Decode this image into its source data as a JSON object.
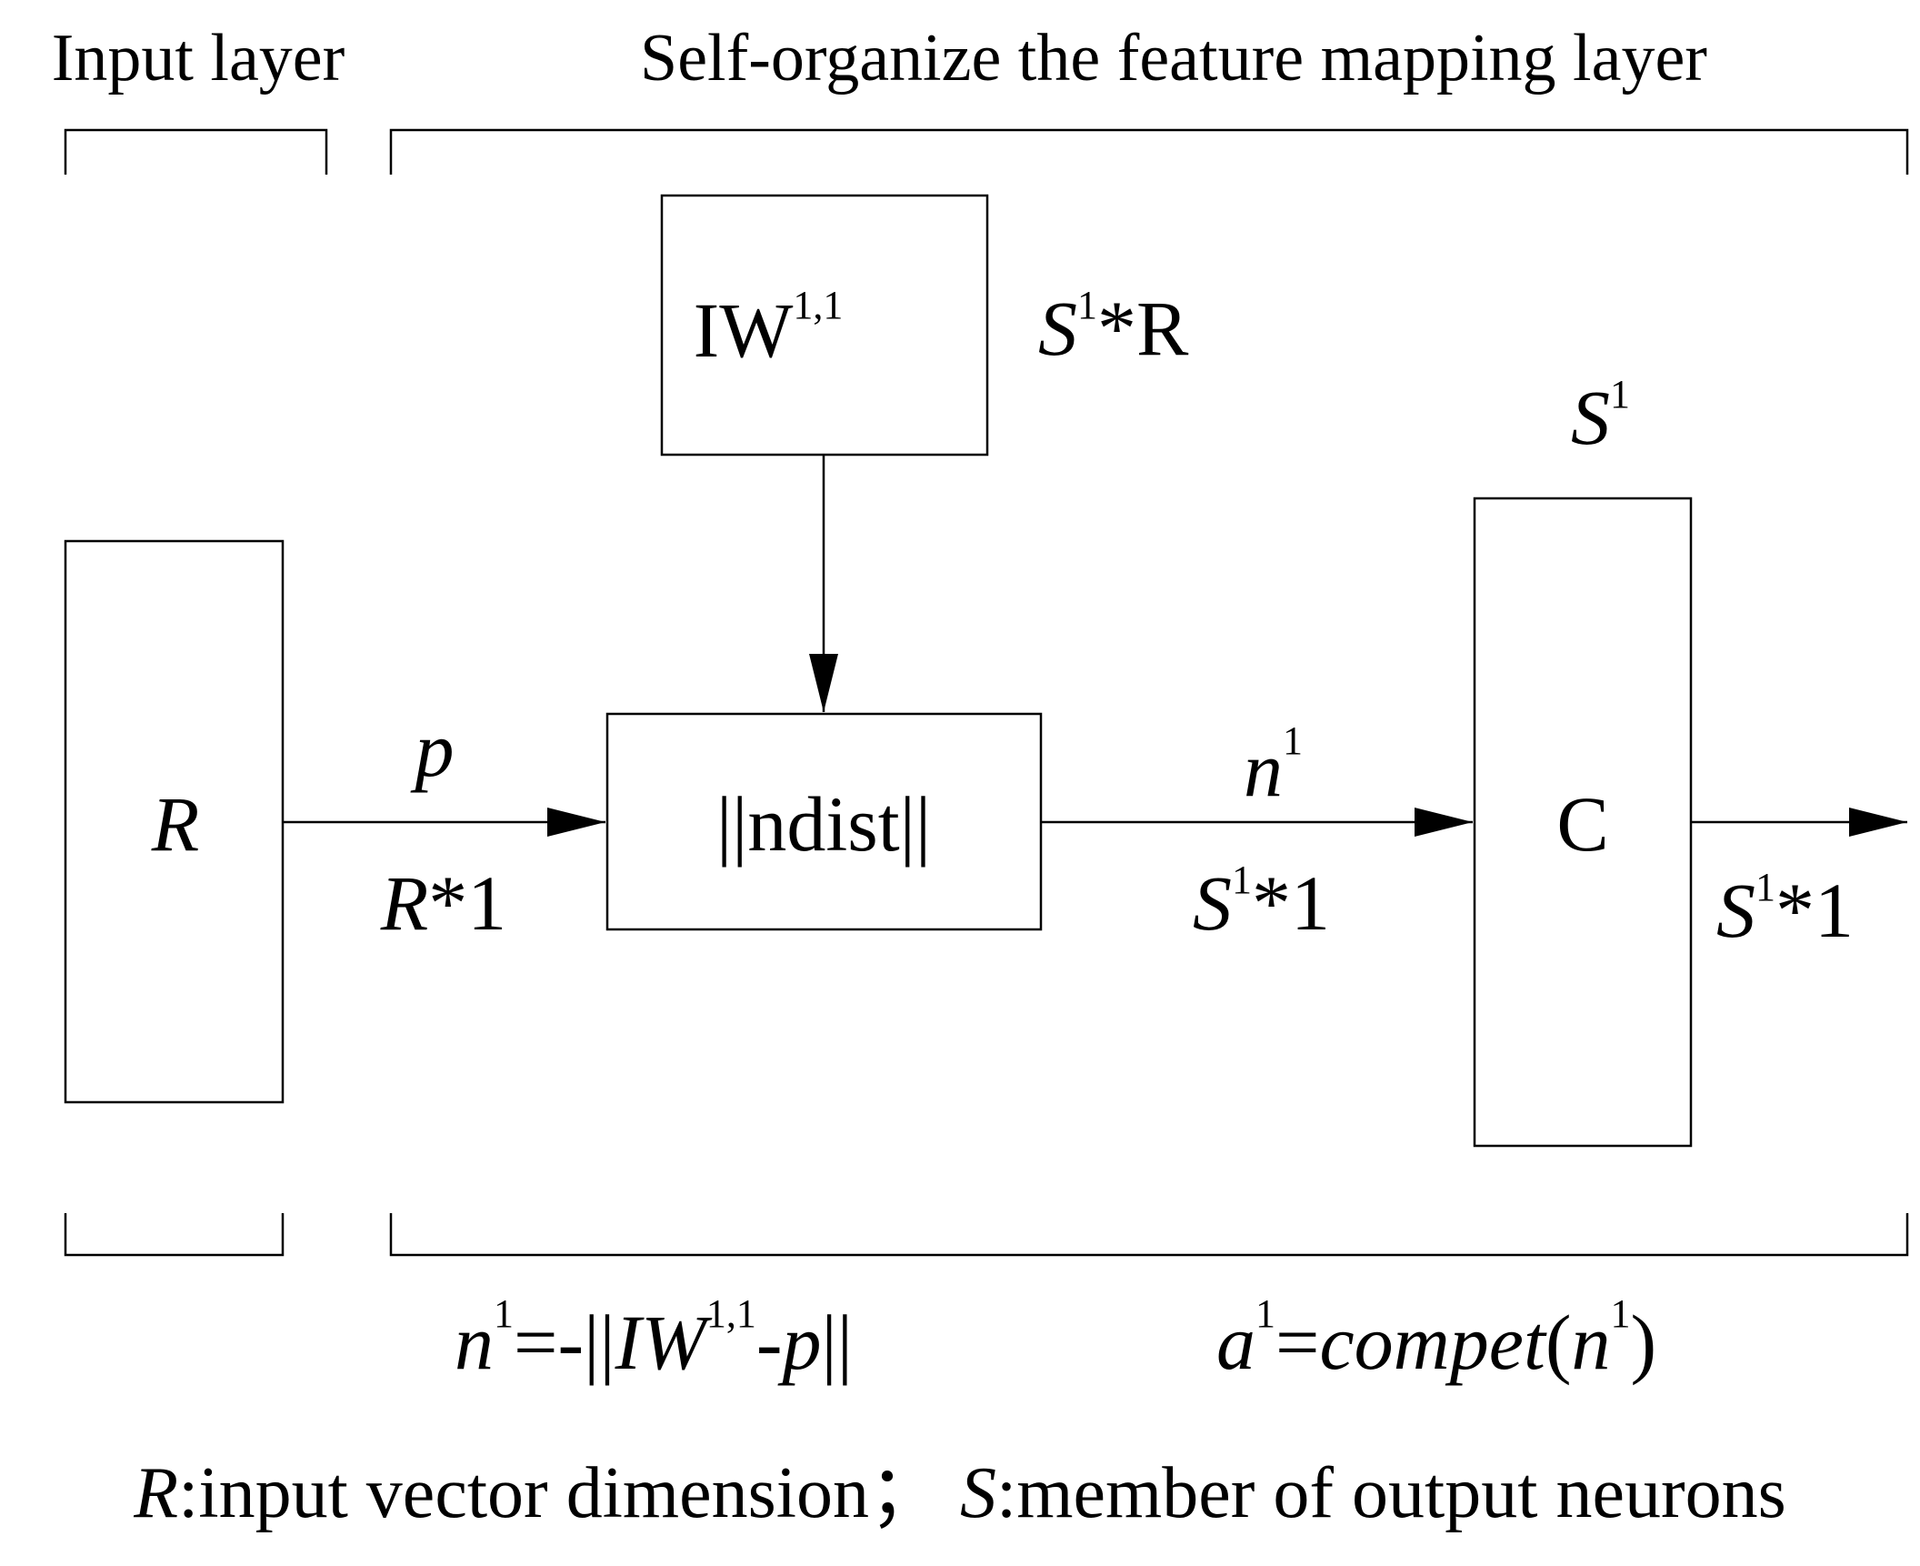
{
  "headings": {
    "input_layer": "Input layer",
    "som_layer": "Self-organize the feature mapping layer"
  },
  "blocks": {
    "input": {
      "label": "R"
    },
    "weights": {
      "base": "IW",
      "sup": "1,1",
      "dim_base": "S",
      "dim_sup": "1",
      "dim_tail": "*R"
    },
    "ndist": {
      "label": "||ndist||"
    },
    "compet": {
      "label": "C",
      "dim_base": "S",
      "dim_sup": "1"
    }
  },
  "signals": {
    "p": {
      "name": "p",
      "dim_base": "R",
      "dim_tail": "*1"
    },
    "n1": {
      "name_base": "n",
      "name_sup": "1",
      "dim_base": "S",
      "dim_sup": "1",
      "dim_tail": "*1"
    },
    "a1": {
      "dim_base": "S",
      "dim_sup": "1",
      "dim_tail": "*1"
    }
  },
  "equations": {
    "eq1": {
      "n": "n",
      "n_sup": "1",
      "eq": "=-||",
      "iw": "IW",
      "iw_sup": "1,1",
      "tail1": "-",
      "p": "p",
      "tail2": "||"
    },
    "eq2": {
      "a": "a",
      "a_sup": "1",
      "eq": "=",
      "fn": "compet",
      "open": "(",
      "n": "n",
      "n_sup": "1",
      "close": ")"
    }
  },
  "legend": {
    "r_sym": "R",
    "r_text": ":input vector dimension；",
    "s_sym": "S",
    "s_text": ":member of output neurons"
  }
}
